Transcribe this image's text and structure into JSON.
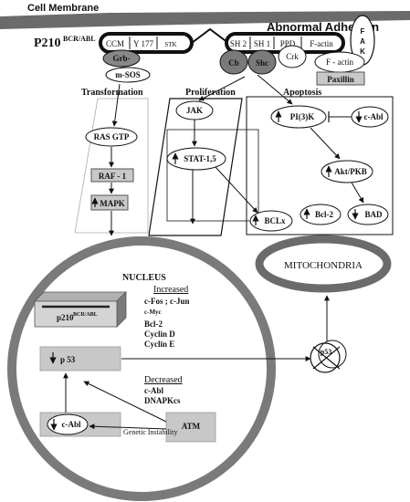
{
  "membrane": {
    "label": "Cell Membrane"
  },
  "abnormal_adhesion": {
    "label": "Abnormal Adhesion"
  },
  "bcr_abl": {
    "name": "P210",
    "superscript": "BCR/ABL",
    "left_domains": [
      "CCM",
      "Y 177",
      "STK"
    ],
    "right_domains": [
      "SH 2",
      "SH 1",
      "PPD",
      "F-actin"
    ]
  },
  "adaptors": {
    "grb": "Grb-",
    "msos": "m-SOS",
    "cb": "Cb",
    "shc": "Shc",
    "crk": "Crk"
  },
  "adhesion_proteins": {
    "fak": [
      "F",
      "A",
      "K"
    ],
    "factin": "F - actin",
    "paxillin": "Paxillin"
  },
  "sections": {
    "transformation": "Transformation",
    "proliferation": "Proliferation",
    "apoptosis": "Apoptosis"
  },
  "transformation": {
    "ras": "RAS GTP",
    "raf": "RAF - 1",
    "mapk": "MAPK"
  },
  "proliferation": {
    "jak": "JAK",
    "stat": "STAT-1,5",
    "bclx": "BCLx"
  },
  "apoptosis": {
    "pi3k": "PI(3)K",
    "cabl": "c-Abl",
    "akt": "Akt/PKB",
    "bcl2": "Bcl-2",
    "bad": "BAD"
  },
  "mitochondria": {
    "label": "MITOCHONDRIA"
  },
  "nucleus": {
    "title": "NUCLEUS",
    "increased_heading": "Increased",
    "increased_lines": [
      "c-Fos ; c-Jun",
      "c-Myc",
      "Bcl-2",
      "Cyclin D",
      "Cyclin E"
    ],
    "decreased_heading": "Decreased",
    "decreased_lines": [
      "c-Abl",
      "DNAPKcs"
    ],
    "dna_label": "p210",
    "dna_superscript": "BCR/ABL",
    "p53": "p 53",
    "cabl": "c-Abl",
    "atm": "ATM",
    "genetic_instability": "Genetic Instability"
  },
  "p53_outside": {
    "label": "p53"
  },
  "colors": {
    "dark_band": "#555555",
    "shaded_box": "#c8c8c8",
    "dark_node": "#7a7a7a",
    "outline": "#222222"
  }
}
